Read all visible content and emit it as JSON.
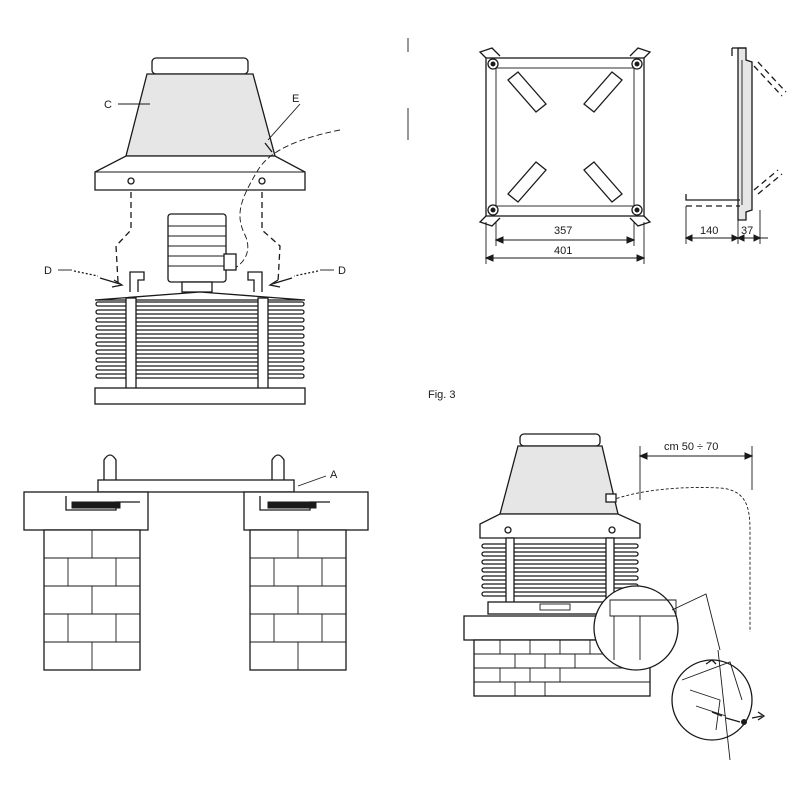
{
  "figure_caption": "Fig. 3",
  "labels": {
    "cover": "C",
    "cable": "E",
    "screw_left": "D",
    "screw_right": "D",
    "base_plate": "A"
  },
  "dimensions": {
    "inner_width": "357",
    "outer_width": "401",
    "bracket_depth": "140",
    "bracket_offset": "37",
    "cable_length": "cm 50 ÷ 70"
  }
}
